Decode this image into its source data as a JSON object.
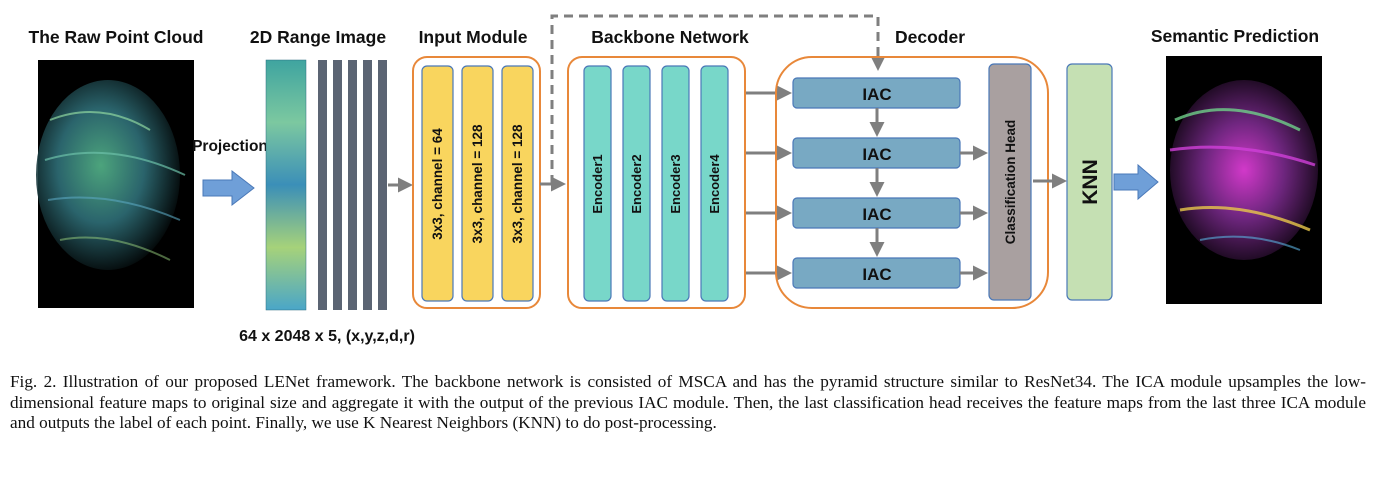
{
  "headings": {
    "raw": "The Raw Point Cloud",
    "range": "2D Range Image",
    "input": "Input Module",
    "backbone": "Backbone Network",
    "decoder": "Decoder",
    "semantic": "Semantic Prediction"
  },
  "projection_label": "Projection",
  "dims_label": "64 x 2048 x 5, (x,y,z,d,r)",
  "input_convs": [
    "3x3, channel = 64",
    "3x3, channel = 128",
    "3x3, channel = 128"
  ],
  "encoders": [
    "Encoder1",
    "Encoder2",
    "Encoder3",
    "Encoder4"
  ],
  "iac_label": "IAC",
  "classification_head": "Classification Head",
  "knn_label": "KNN",
  "caption": "Fig. 2.   Illustration of our proposed LENet framework. The backbone network is consisted of MSCA and has the pyramid structure similar to ResNet34. The ICA module upsamples the low-dimensional feature maps to original size and aggregate it with the output of the previous IAC module. Then, the last classification head receives the feature maps from the last three ICA module and outputs the label of each point. Finally, we use K Nearest Neighbors (KNN) to do post-processing.",
  "colors": {
    "conv_fill": "#f9d55e",
    "encoder_fill": "#78d7c9",
    "iac_fill": "#78a9c3",
    "head_fill": "#a9a0a0",
    "knn_fill": "#c5e0b3",
    "module_border": "#e8883a",
    "arrow": "#7f7f7f",
    "block_arrow": "#6f9fd8",
    "range_bar": "#5b6473"
  }
}
